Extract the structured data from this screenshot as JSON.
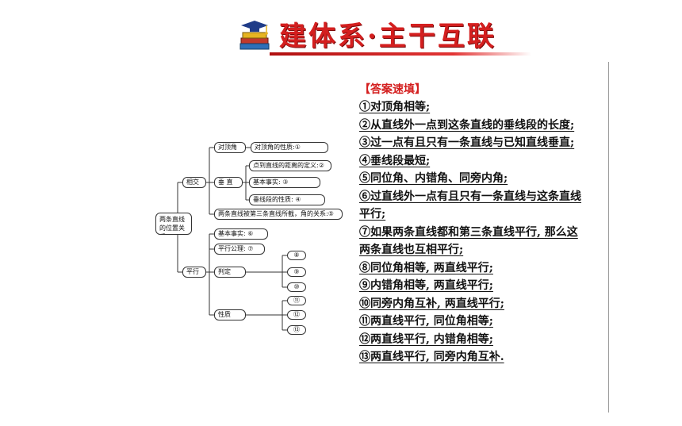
{
  "header": {
    "title": "建体系·主干互联"
  },
  "diagram": {
    "root": "两条直线的位置关系",
    "intersect": {
      "label": "相交",
      "vertical_angles": {
        "label": "对顶角",
        "property": "对顶角的性质:①"
      },
      "perpendicular": {
        "label": "垂 直",
        "distance": "点到直线的距离的定义:②",
        "fact": "基本事实: ③",
        "shortest": "垂线段的性质: ④"
      },
      "transversal": "两条直线被第三条直线所截，角的关系:⑤"
    },
    "parallel": {
      "label": "平行",
      "fact": "基本事实: ⑥",
      "axiom": "平行公理: ⑦",
      "judge": {
        "label": "判定",
        "items": [
          "⑧",
          "⑨",
          "⑩"
        ]
      },
      "property": {
        "label": "性质",
        "items": [
          "⑪",
          "⑫",
          "⑬"
        ]
      }
    }
  },
  "answers": {
    "title": "【答案速填】",
    "lines": [
      "①对顶角相等;",
      "②从直线外一点到这条直线的垂线段的长度;",
      "③过一点有且只有一条直线与已知直线垂直;",
      "④垂线段最短;",
      "⑤同位角、内错角、同旁内角;",
      "⑥过直线外一点有且只有一条直线与这条直线",
      "平行;",
      "⑦如果两条直线都和第三条直线平行, 那么这",
      "两条直线也互相平行;",
      "⑧同位角相等, 两直线平行;",
      "⑨内错角相等, 两直线平行;",
      "⑩同旁内角互补, 两直线平行;",
      "⑪两直线平行, 同位角相等;",
      "⑫两直线平行, 内错角相等;",
      "⑬两直线平行, 同旁内角互补."
    ]
  }
}
